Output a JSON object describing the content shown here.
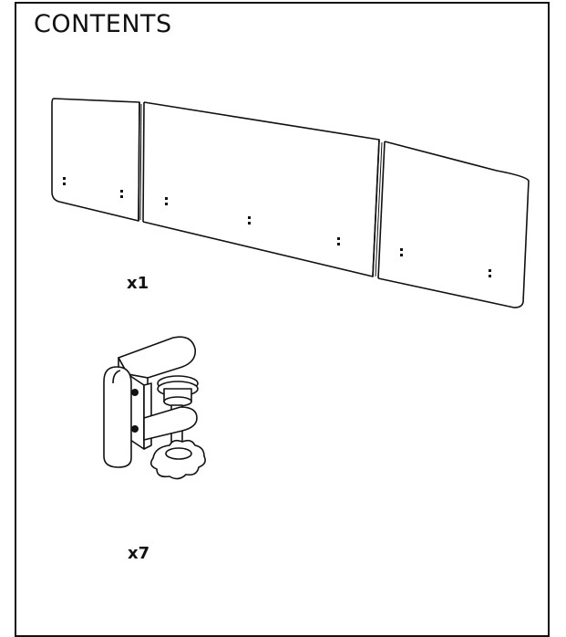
{
  "header": {
    "title": "CONTENTS"
  },
  "items": [
    {
      "name": "privacy-panel",
      "quantity": "x1"
    },
    {
      "name": "desk-clamp",
      "quantity": "x7"
    }
  ],
  "colors": {
    "line": "#111111",
    "background": "#ffffff"
  }
}
